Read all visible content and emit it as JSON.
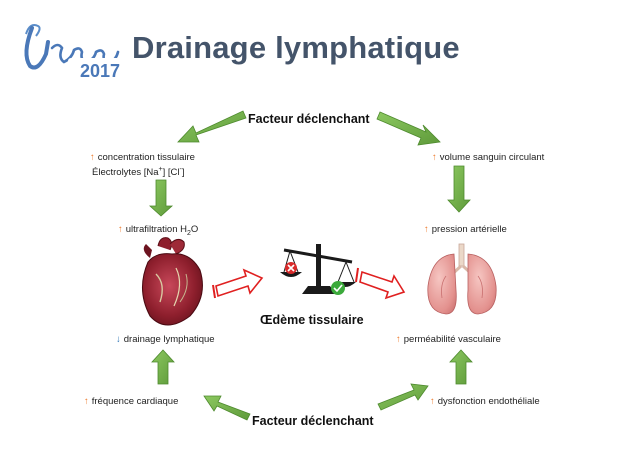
{
  "title": "Drainage lymphatique",
  "logo": {
    "script": "Urgences",
    "year": "2017"
  },
  "triggers": {
    "top": "Facteur déclenchant",
    "bottom": "Facteur déclenchant"
  },
  "center_label": "Œdème tissulaire",
  "nodes": {
    "concentration_line1": "concentration tissulaire",
    "concentration_line2_prefix": "Électrolytes [Na",
    "concentration_sup1": "+",
    "concentration_mid": "] [Cl",
    "concentration_sup2": "-",
    "concentration_end": "]",
    "ultrafiltration_prefix": "ultrafiltration H",
    "ultrafiltration_sub": "2",
    "ultrafiltration_suffix": "O",
    "drainage": "drainage lymphatique",
    "frequence": "fréquence cardiaque",
    "volume": "volume sanguin circulant",
    "pression": "pression artérielle",
    "permeabilite": "perméabilité vasculaire",
    "dysfonction": "dysfonction endothéliale"
  },
  "glyphs": {
    "up": "↑",
    "down": "↓"
  },
  "colors": {
    "title": "#44546A",
    "arrow_green": "#70AD47",
    "arrow_red": "#E02020",
    "up_arrow": "#ED7D31",
    "down_arrow": "#2E75B6"
  },
  "icons": [
    "heart-icon",
    "balance-scale-icon",
    "lungs-icon",
    "cross-icon",
    "check-icon"
  ]
}
